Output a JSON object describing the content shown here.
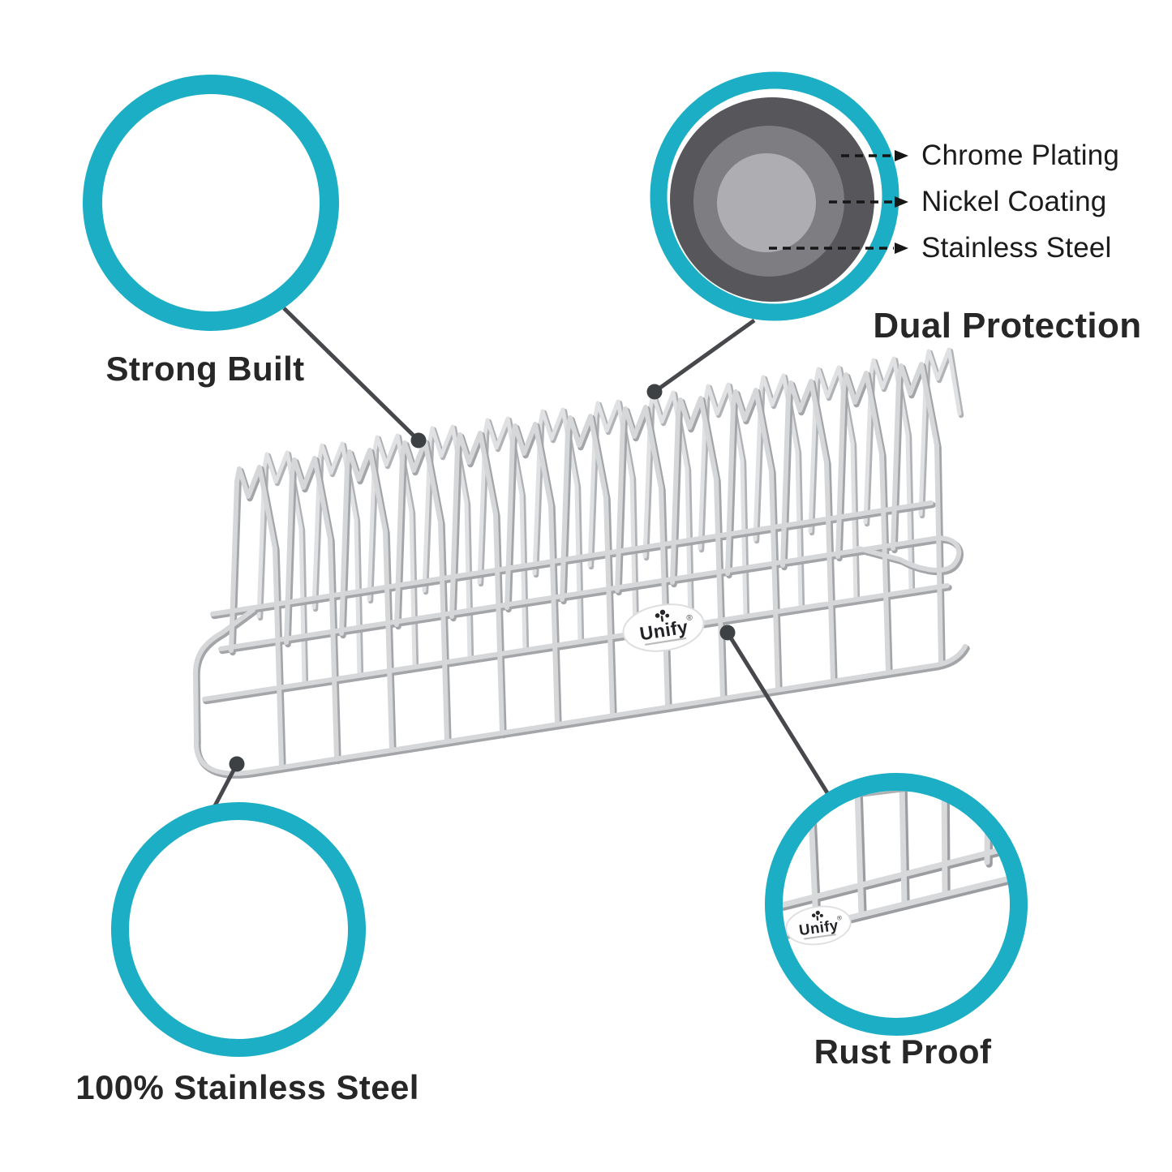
{
  "colors": {
    "accent_teal": "#1BAEC4",
    "title_text": "#272727",
    "label_text": "#1B1B1B",
    "connector": "#46484B",
    "connector_dot": "#3E4144",
    "layer_chrome_dark": "#57575B",
    "layer_nickel_medium": "#7E7E82",
    "layer_steel_light": "#AEAEB2",
    "wire_highlight": "#D5D7D9",
    "wire_shadow": "#A3A5A8",
    "background": "#FFFFFF"
  },
  "callouts": {
    "strong_built": {
      "title": "Strong Built"
    },
    "dual_protection": {
      "title": "Dual Protection",
      "layers": [
        {
          "label": "Chrome Plating"
        },
        {
          "label": "Nickel Coating"
        },
        {
          "label": "Stainless Steel"
        }
      ]
    },
    "stainless_steel": {
      "title": "100% Stainless Steel"
    },
    "rust_proof": {
      "title": "Rust Proof"
    }
  },
  "product": {
    "brand": "Unify",
    "registered_mark": "®"
  }
}
